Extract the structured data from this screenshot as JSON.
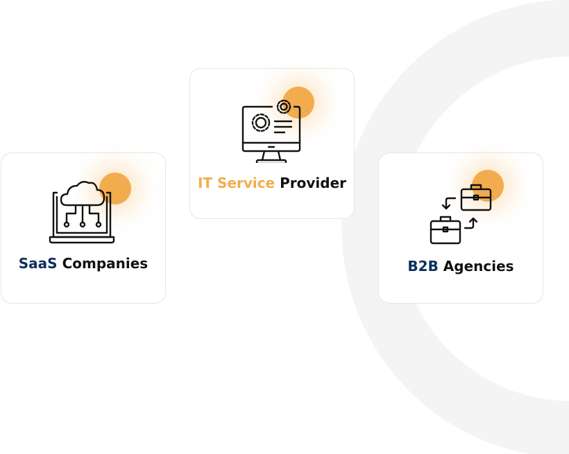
{
  "cards": [
    {
      "highlight": "SaaS",
      "rest": "Companies",
      "icon": "cloud-laptop-icon"
    },
    {
      "highlight": "IT Service",
      "rest": "Provider",
      "icon": "monitor-gears-icon"
    },
    {
      "highlight": "B2B",
      "rest": "Agencies",
      "icon": "briefcase-exchange-icon"
    }
  ],
  "colors": {
    "accent_orange": "#f2ac4e",
    "accent_blue": "#0d2f5c",
    "ring": "#f4f4f4"
  }
}
